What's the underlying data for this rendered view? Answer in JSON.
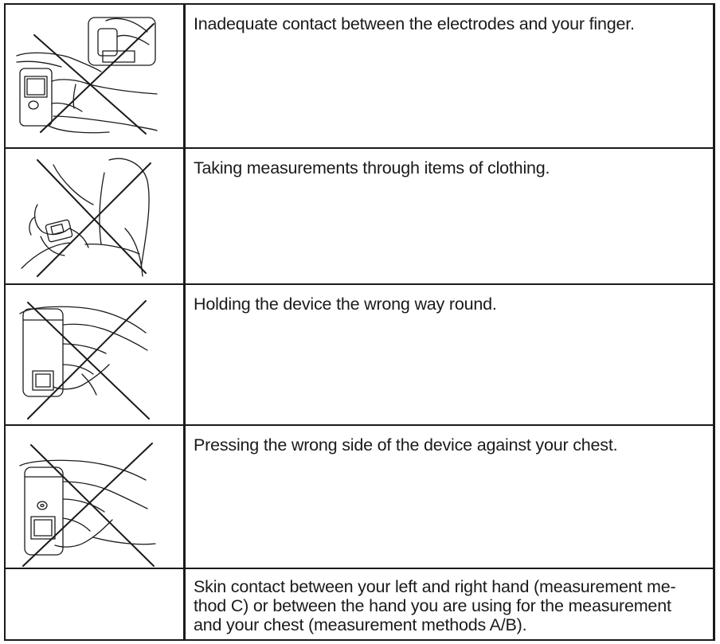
{
  "rows": [
    {
      "icon": "finger-on-electrode-crossed-icon",
      "text": "Inadequate contact between the electrodes and your finger."
    },
    {
      "icon": "measuring-through-clothing-crossed-icon",
      "text": "Taking measurements through items of clothing."
    },
    {
      "icon": "device-held-wrong-way-crossed-icon",
      "text": "Holding the device the wrong way round."
    },
    {
      "icon": "wrong-side-against-chest-crossed-icon",
      "text": "Pressing the wrong side of the device against your chest."
    },
    {
      "icon": "",
      "text": "Skin contact between your left and right hand (measurement me- thod C) or between the hand you are using for the measurement and your chest (measurement methods A/B)."
    }
  ],
  "colors": {
    "line": "#1a1a1a",
    "background": "#ffffff"
  }
}
